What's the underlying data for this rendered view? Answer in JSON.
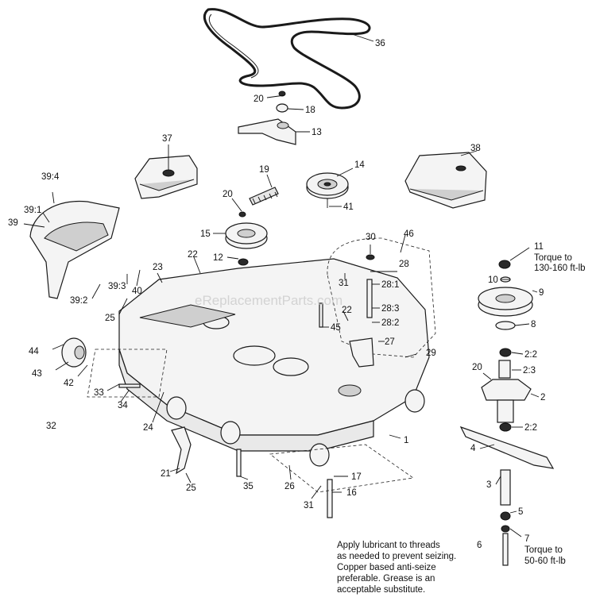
{
  "callouts": {
    "c36": "36",
    "c20a": "20",
    "c18": "18",
    "c13": "13",
    "c19": "19",
    "c14": "14",
    "c37": "37",
    "c38": "38",
    "c20b": "20",
    "c41": "41",
    "c15": "15",
    "c12": "12",
    "c39_4": "39:4",
    "c39_1": "39:1",
    "c39": "39",
    "c23": "23",
    "c22a": "22",
    "c39_3": "39:3",
    "c40": "40",
    "c39_2": "39:2",
    "c25a": "25",
    "c30": "30",
    "c46": "46",
    "c28": "28",
    "c31a": "31",
    "c28_1": "28:1",
    "c28_3": "28:3",
    "c22b": "22",
    "c28_2": "28:2",
    "c45": "45",
    "c27": "27",
    "c29": "29",
    "c11": "11",
    "c10": "10",
    "c9": "9",
    "c8": "8",
    "c2_2a": "2:2",
    "c20c": "20",
    "c2_3": "2:3",
    "c2": "2",
    "c2_2b": "2:2",
    "c4": "4",
    "c3": "3",
    "c5": "5",
    "c6": "6",
    "c7": "7",
    "c44": "44",
    "c43": "43",
    "c42": "42",
    "c33": "33",
    "c34": "34",
    "c32": "32",
    "c24": "24",
    "c1": "1",
    "c21": "21",
    "c25b": "25",
    "c35": "35",
    "c26": "26",
    "c17": "17",
    "c16": "16",
    "c31b": "31"
  },
  "torque_11": [
    "Torque to",
    "130-160 ft-lb"
  ],
  "torque_7": [
    "Torque to",
    "50-60 ft-lb"
  ],
  "lubricant_note": [
    "Apply lubricant to threads",
    "as needed to prevent seizing.",
    "Copper  based anti-seize",
    "preferable. Grease is an",
    "acceptable substitute."
  ],
  "watermark": "eReplacementParts.com"
}
